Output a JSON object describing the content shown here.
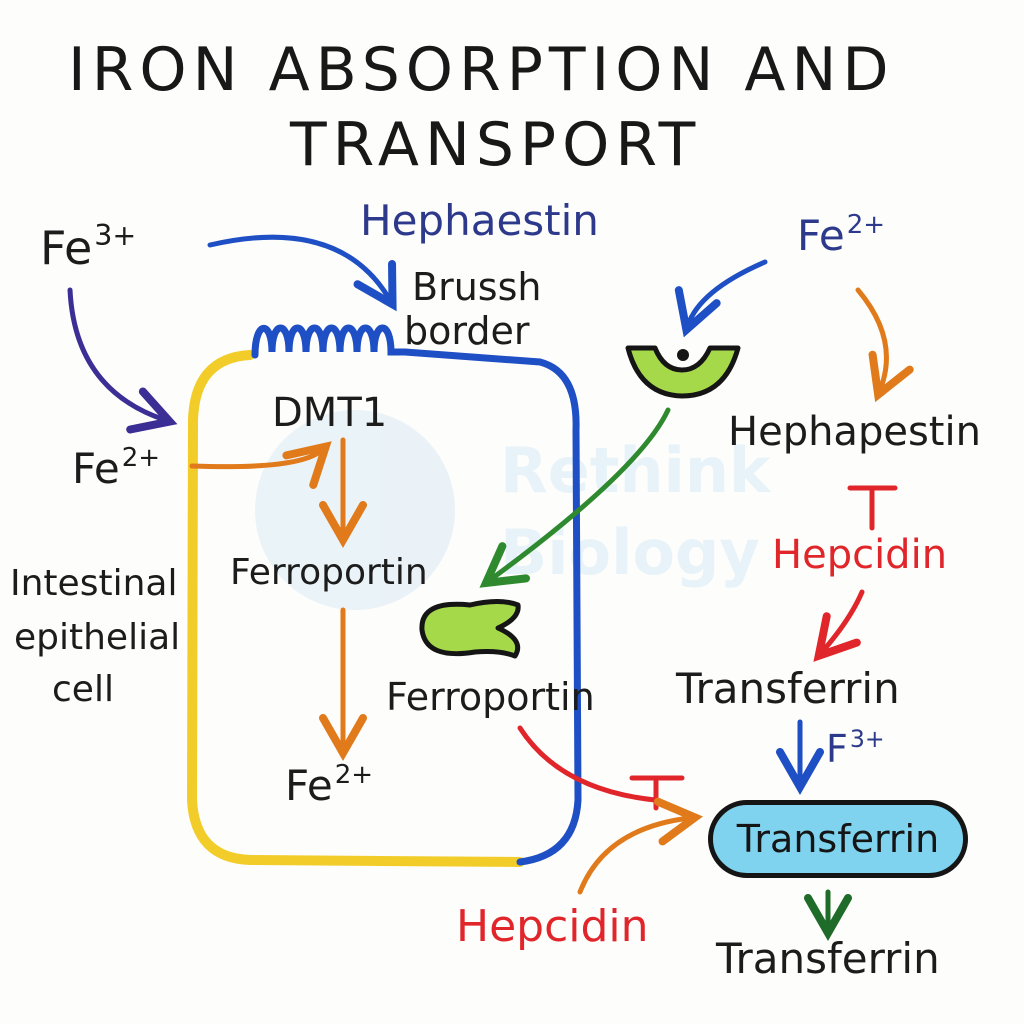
{
  "title": {
    "line1": "IRON ABSORPTION AND",
    "line2": "TRANSPORT"
  },
  "labels": {
    "fe3_left": {
      "base": "Fe",
      "sup": "3+"
    },
    "hephaestin_top": "Hephaestin",
    "brush_border_1": "Brussh",
    "brush_border_2": "border",
    "fe2_right_top": {
      "base": "Fe",
      "sup": "2+"
    },
    "fe2_left": {
      "base": "Fe",
      "sup": "2+"
    },
    "dmt1": "DMT1",
    "ferroportin_inner": "Ferroportin",
    "fe2_inner": {
      "base": "Fe",
      "sup": "2+"
    },
    "cell_1": "Intestinal",
    "cell_2": "epithelial",
    "cell_3": "cell",
    "ferroportin_outer": "Ferroportin",
    "hephapestin": "Hephapestin",
    "hepcidin_right": "Hepcidin",
    "transferrin_1": "Transferrin",
    "f3": {
      "base": "F",
      "sup": "3+"
    },
    "transferrin_box": "Transferrin",
    "transferrin_bottom": "Transferrin",
    "hepcidin_bottom": "Hepcidin"
  },
  "watermark": {
    "line1": "Rethink",
    "line2": "Biology"
  },
  "colors": {
    "blue": "#1f4fc4",
    "navy": "#2d3a8c",
    "purple": "#3b2e94",
    "orange": "#e07a1a",
    "red": "#e0262b",
    "green": "#2f8a2f",
    "dark_green": "#1f6b2a",
    "yellow": "#f2cd2a",
    "lime": "#a6d94a",
    "cyan": "#7fd3ee"
  }
}
